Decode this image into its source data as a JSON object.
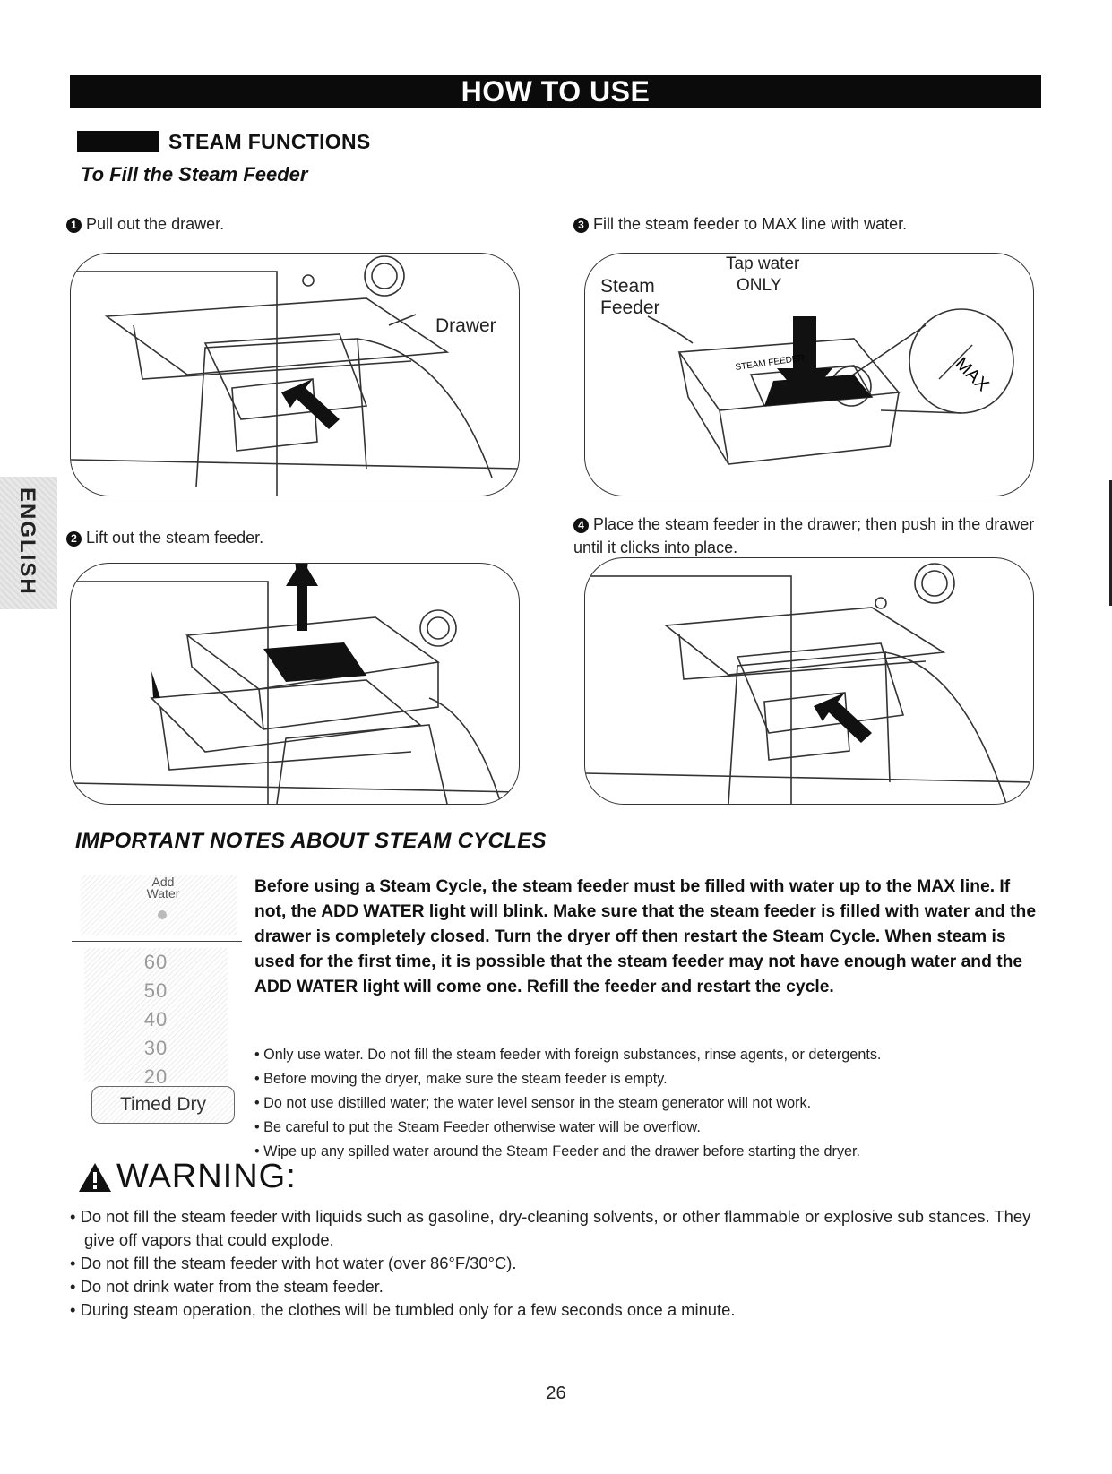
{
  "banner": "HOW TO USE",
  "section_title": "STEAM FUNCTIONS",
  "subtitle": "To Fill the Steam Feeder",
  "side_tab": "ENGLISH",
  "steps": [
    {
      "num": "1",
      "text": "Pull out the drawer."
    },
    {
      "num": "2",
      "text": "Lift out the steam feeder."
    },
    {
      "num": "3",
      "text": "Fill the steam feeder to MAX line with water."
    },
    {
      "num": "4",
      "text": "Place the steam feeder in the drawer; then push in the drawer until it clicks into place."
    }
  ],
  "figure_labels": {
    "drawer": "Drawer",
    "steam": "Steam",
    "feeder": "Feeder",
    "tap_water": "Tap water",
    "only": "ONLY",
    "max": "MAX",
    "feeder_text": "STEAM FEEDER"
  },
  "notes": {
    "title": "IMPORTANT NOTES ABOUT STEAM CYCLES",
    "bold_paragraph": "Before using a Steam Cycle, the steam feeder must be filled with water up to the MAX line. If not, the ADD WATER light will blink. Make sure that the steam feeder is filled with water and the drawer is completely closed. Turn the dryer off then restart the Steam Cycle. When steam is used for the first time, it is possible that the steam feeder may not have enough water and the ADD WATER light will come one.  Refill the feeder and restart the cycle.",
    "bullets": [
      "Only use water. Do not fill the steam feeder with foreign substances, rinse agents, or detergents.",
      "Before moving the dryer, make sure the steam feeder is empty.",
      "Do not use distilled water; the water level sensor in the steam generator will not work.",
      "Be careful to put the Steam Feeder otherwise water will be overflow.",
      "Wipe up any spilled water around the Steam Feeder and the drawer before starting the dryer."
    ]
  },
  "control_panel": {
    "add": "Add",
    "water": "Water",
    "numbers": [
      "60",
      "50",
      "40",
      "30",
      "20"
    ],
    "timed_dry": "Timed Dry"
  },
  "warning": {
    "title": "WARNING:",
    "items": [
      "Do not fill the steam feeder with liquids such as gasoline, dry-cleaning solvents, or other flammable or explosive sub stances. They give off vapors that could explode.",
      "Do not fill the steam feeder with hot water (over 86°F/30°C).",
      "Do not drink water from the steam feeder.",
      "During steam operation, the clothes will be tumbled only for a few seconds once a minute."
    ]
  },
  "page_number": "26"
}
